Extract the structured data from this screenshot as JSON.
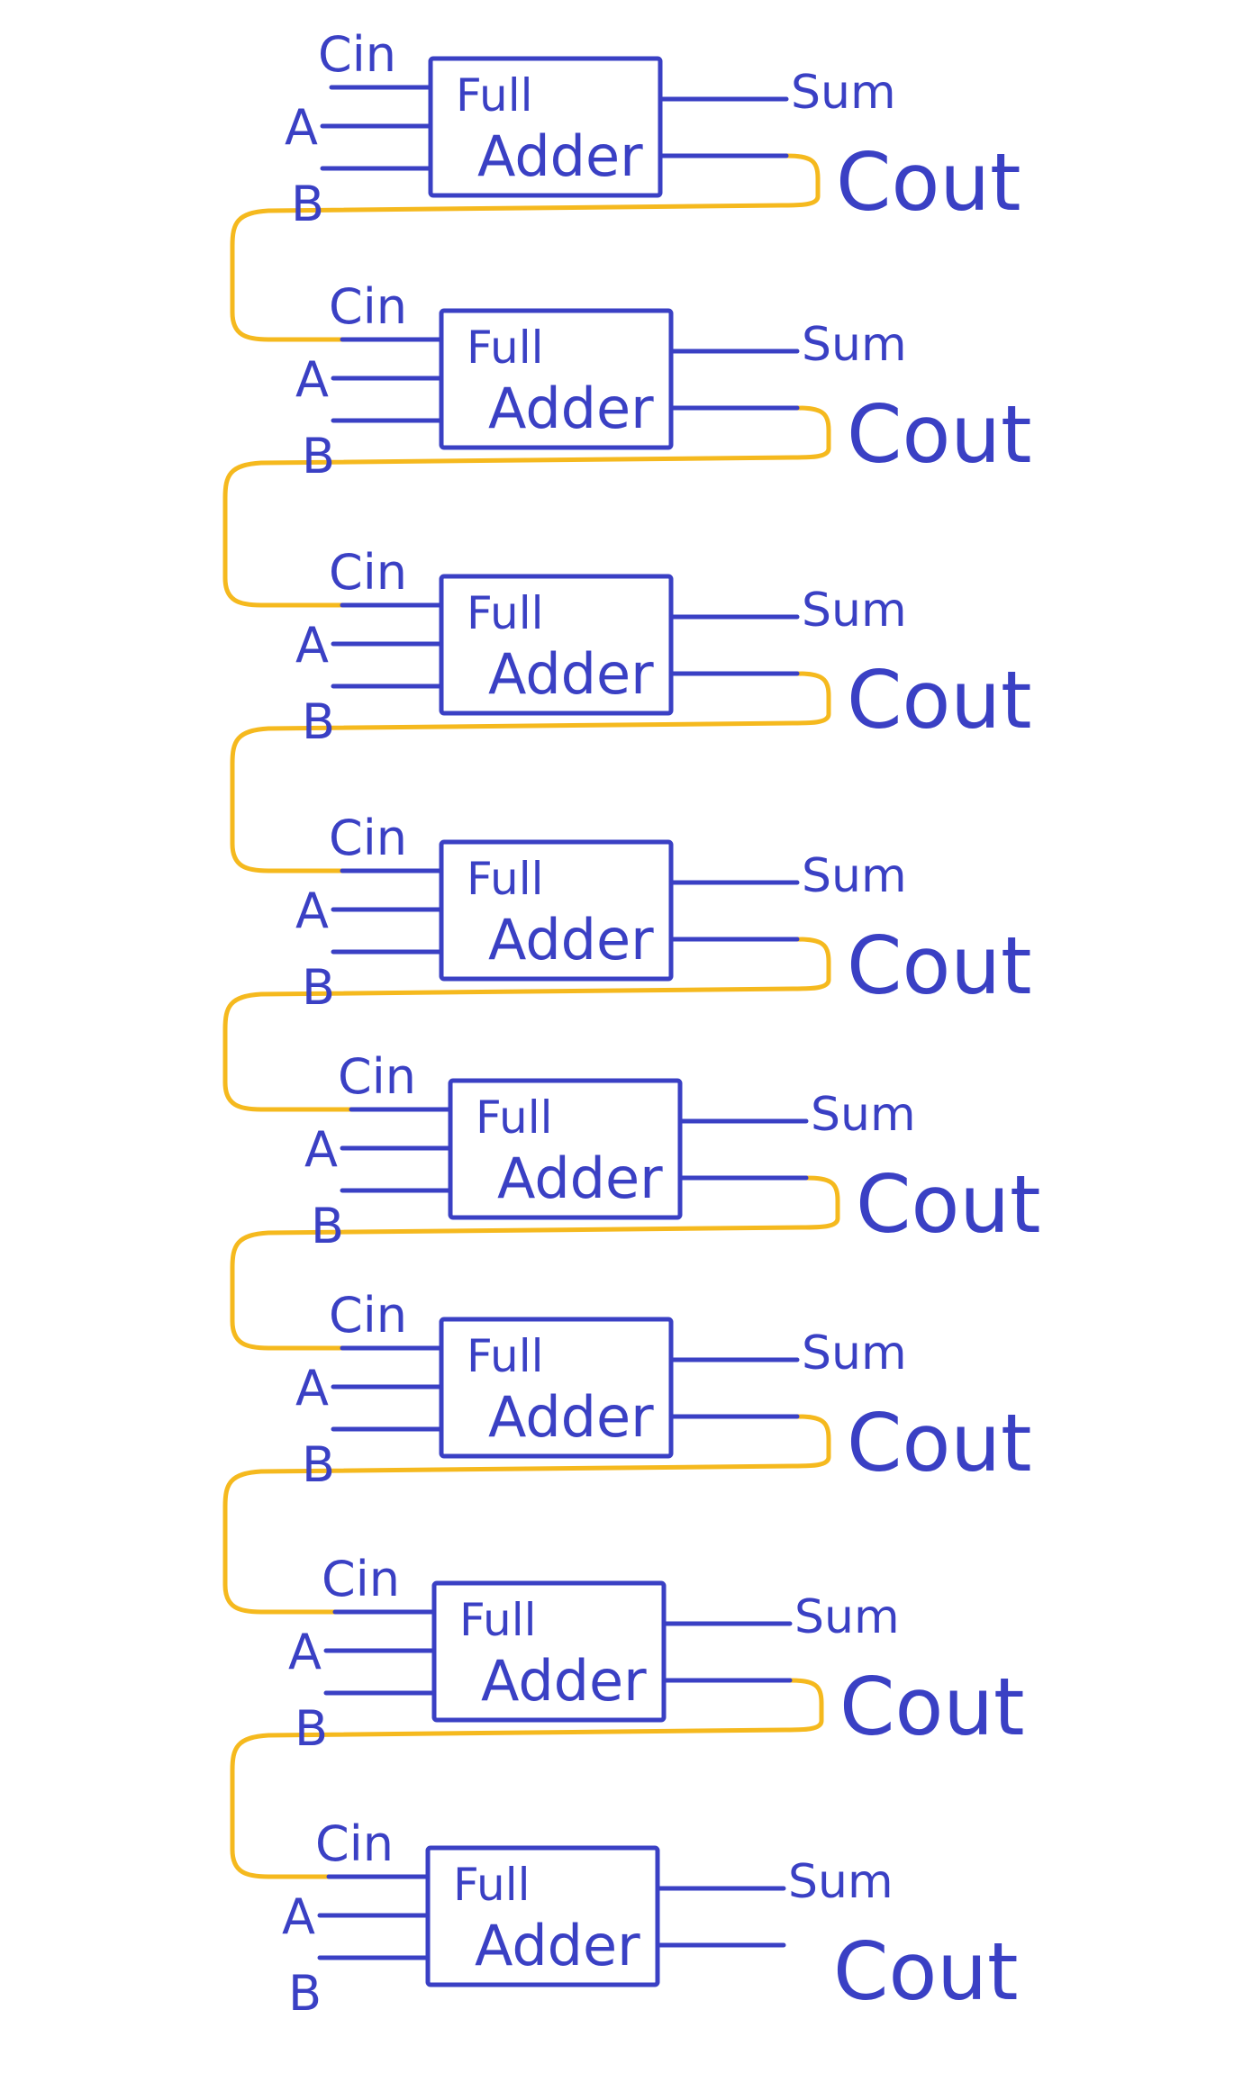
{
  "diagram": {
    "block": {
      "title_line1": "Full",
      "title_line2": "Adder"
    },
    "inputs": {
      "cin": "Cin",
      "a": "A",
      "b": "B"
    },
    "outputs": {
      "sum": "Sum",
      "cout": "Cout"
    },
    "stage_count": 8,
    "colors": {
      "ink": "#3a40c4",
      "carry_wire": "#f5b91e",
      "background": "#ffffff"
    }
  }
}
